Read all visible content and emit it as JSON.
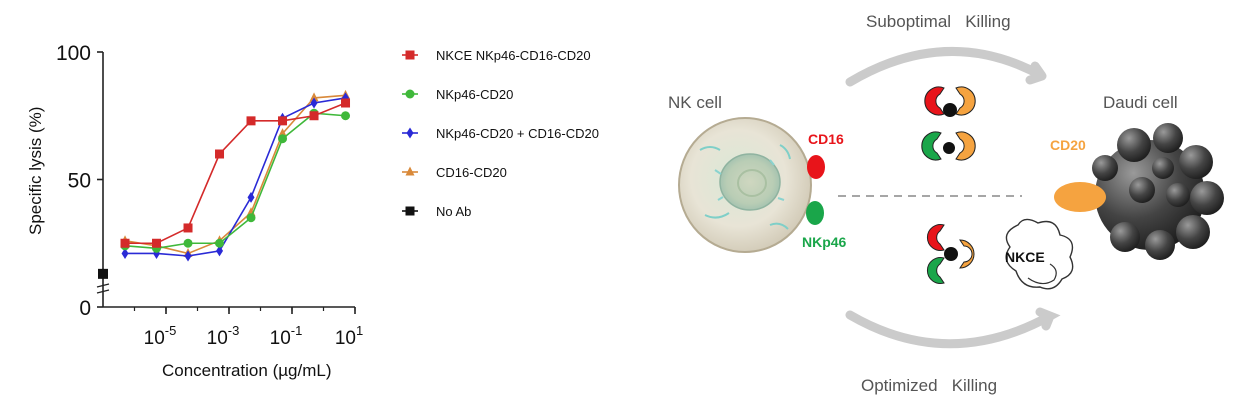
{
  "chart_data": {
    "type": "line",
    "ylabel": "Specific lysis (%)",
    "xlabel": "Concentration (µg/mL)",
    "x_scale": "log",
    "xlim": [
      1e-07,
      10
    ],
    "ylim": [
      0,
      100
    ],
    "y_ticks": [
      "0",
      "50",
      "100"
    ],
    "x_ticks": [
      {
        "value": 1e-05,
        "base": "10",
        "exp": "-5"
      },
      {
        "value": 0.001,
        "base": "10",
        "exp": "-3"
      },
      {
        "value": 0.1,
        "base": "10",
        "exp": "-1"
      },
      {
        "value": 10,
        "base": "10",
        "exp": "1"
      }
    ],
    "x": [
      5e-07,
      5e-06,
      5e-05,
      0.0005,
      0.005,
      0.05,
      0.5,
      5
    ],
    "series": [
      {
        "name": "NKCE NKp46-CD16-CD20",
        "color": "#d42a2a",
        "marker": "square",
        "values": [
          25,
          25,
          31,
          60,
          73,
          73,
          75,
          80
        ]
      },
      {
        "name": "NKp46-CD20",
        "color": "#3fb83a",
        "marker": "circle",
        "values": [
          24,
          23,
          25,
          25,
          35,
          66,
          76,
          75
        ]
      },
      {
        "name": "NKp46-CD20 + CD16-CD20",
        "color": "#2a2ad6",
        "marker": "diamond",
        "values": [
          21,
          21,
          20,
          22,
          43,
          74,
          80,
          82
        ]
      },
      {
        "name": "CD16-CD20",
        "color": "#d9893a",
        "marker": "triangle",
        "values": [
          26,
          24,
          21,
          26,
          37,
          68,
          82,
          83
        ]
      }
    ],
    "no_ab": {
      "name": "No Ab",
      "color": "#111111",
      "marker": "square",
      "value": 13
    }
  },
  "diagram": {
    "top_arrow_label": "Suboptimal   Killing",
    "bottom_arrow_label": "Optimized   Killing",
    "nk_cell_label": "NK cell",
    "daudi_cell_label": "Daudi cell",
    "cd16_label": "CD16",
    "nkp46_label": "NKp46",
    "cd20_label": "CD20",
    "nkce_label": "NKCE",
    "colors": {
      "cd16": "#e8141a",
      "nkp46": "#1aa64a",
      "cd20": "#f5a340",
      "arrow": "#cccccc"
    }
  }
}
